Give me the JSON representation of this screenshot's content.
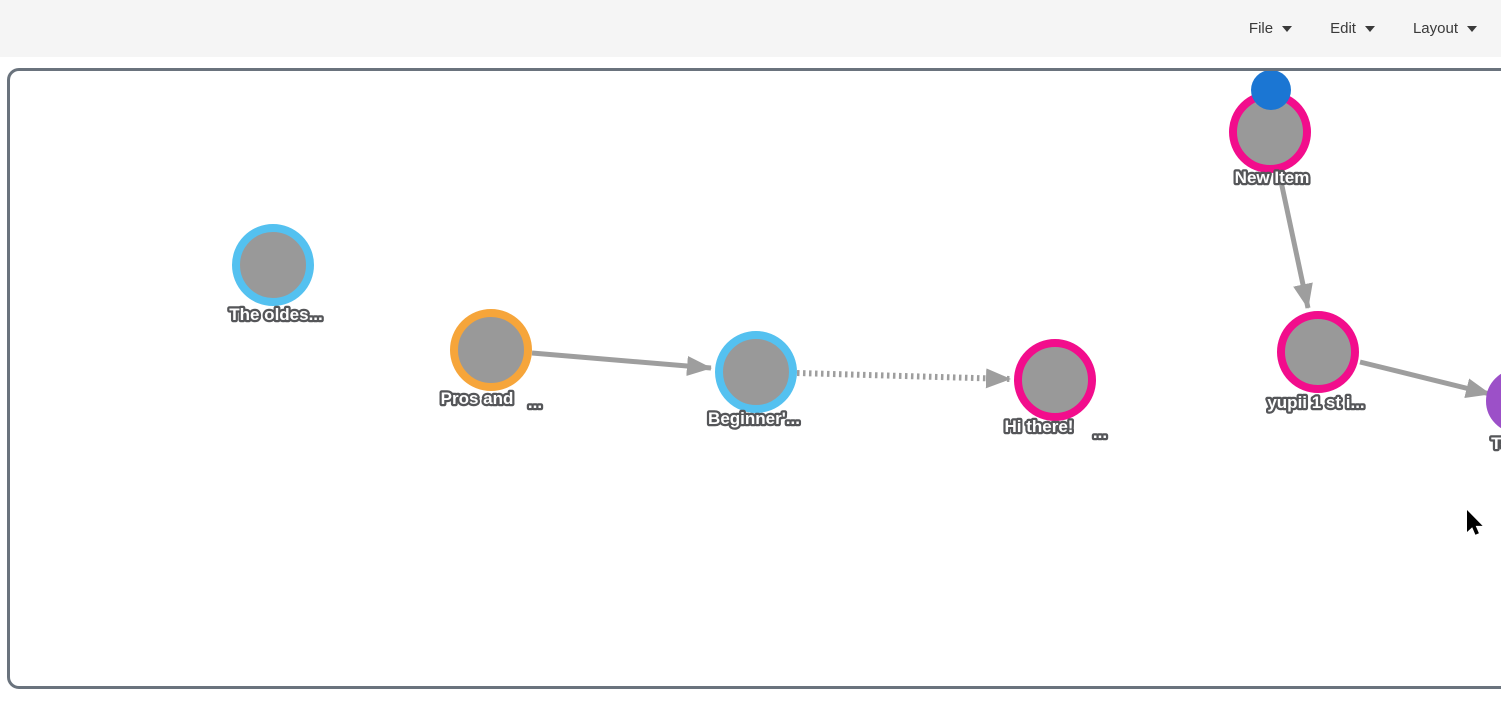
{
  "menu": {
    "items": [
      {
        "label": "File"
      },
      {
        "label": "Edit"
      },
      {
        "label": "Layout"
      }
    ]
  },
  "graph": {
    "nodes": [
      {
        "label": "The oldes...",
        "border": "#54c1f0"
      },
      {
        "label": "Pros and",
        "suffix": "...",
        "border": "#f6a53a"
      },
      {
        "label": "Beginner'...",
        "border": "#54c1f0"
      },
      {
        "label": "Hi there!",
        "suffix": "...",
        "border": "#f20d8c"
      },
      {
        "label": "New Item",
        "border": "#f20d8c",
        "badge_color": "#1b76d3"
      },
      {
        "label": "yupii 1 st i...",
        "border": "#f20d8c"
      },
      {
        "label": "To...",
        "fill": "#9c50c8"
      }
    ],
    "edges": [
      {
        "from": "Pros and",
        "to": "Beginner'...",
        "style": "solid",
        "arrow": "triangle"
      },
      {
        "from": "Beginner'...",
        "to": "Hi there!",
        "style": "dotted",
        "arrow": "triangle"
      },
      {
        "from": "New Item",
        "to": "yupii 1 st i...",
        "style": "solid",
        "arrow": "triangle"
      },
      {
        "from": "yupii 1 st i...",
        "to": "To...",
        "style": "solid",
        "arrow": "triangle"
      }
    ]
  },
  "colors": {
    "node_fill": "#999999",
    "edge": "#9e9e9e",
    "border_blue": "#54c1f0",
    "border_orange": "#f6a53a",
    "border_pink": "#f20d8c",
    "node_purple": "#9c50c8",
    "badge_blue": "#1b76d3",
    "label_text": "#ffffff",
    "label_outline": "#555659",
    "canvas_border": "#6a737d",
    "menu_bar_bg": "#f5f5f5"
  }
}
